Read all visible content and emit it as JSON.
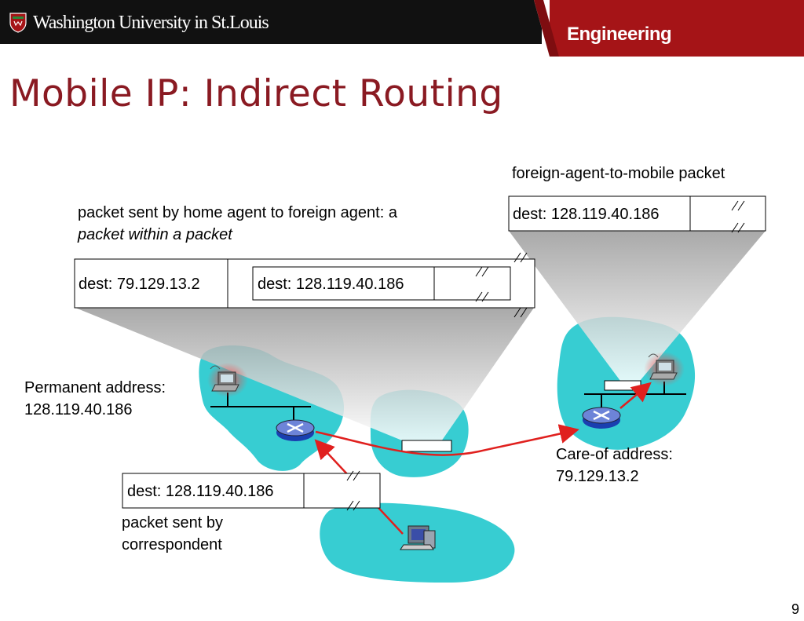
{
  "header": {
    "university": "Washington University in St.Louis",
    "school": "Engineering"
  },
  "slide": {
    "title": "Mobile IP: Indirect Routing",
    "page_number": "9"
  },
  "labels": {
    "fa_to_mobile": "foreign-agent-to-mobile packet",
    "ha_to_fa_line1": "packet sent by home agent to foreign agent: a",
    "ha_to_fa_line2": "packet within a packet",
    "permanent_line1": "Permanent address:",
    "permanent_line2": "128.119.40.186",
    "careof_line1": "Care-of address:",
    "careof_line2": "79.129.13.2",
    "corr_line1": "packet sent by",
    "corr_line2": "correspondent"
  },
  "packets": {
    "fa_to_mobile_dest": "dest: 128.119.40.186",
    "outer_dest": "dest: 79.129.13.2",
    "inner_dest": "dest: 128.119.40.186",
    "corr_dest": "dest: 128.119.40.186"
  },
  "colors": {
    "network_fill": "#37cdd2",
    "arrow": "#e0201e",
    "title": "#8a1a22",
    "header_red": "#a51417",
    "header_dark": "#111111"
  },
  "icons": [
    "shield-icon",
    "laptop-icon",
    "router-icon",
    "desktop-computer-icon"
  ]
}
